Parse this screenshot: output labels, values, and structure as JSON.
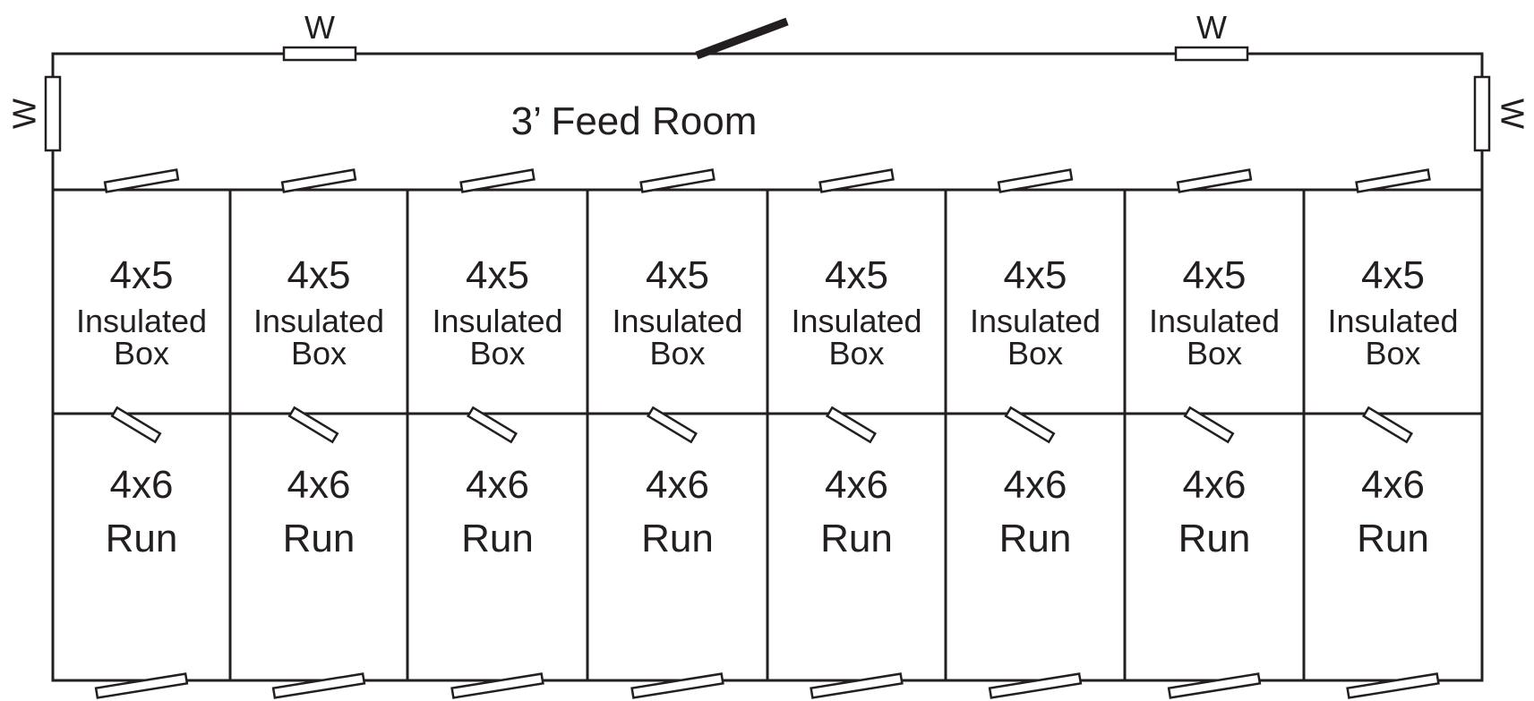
{
  "feed_room": {
    "label": "3’ Feed Room"
  },
  "window_label": "W",
  "stalls": [
    {
      "box": {
        "size": "4x5",
        "line1": "Insulated",
        "line2": "Box"
      },
      "run": {
        "size": "4x6",
        "label": "Run"
      }
    },
    {
      "box": {
        "size": "4x5",
        "line1": "Insulated",
        "line2": "Box"
      },
      "run": {
        "size": "4x6",
        "label": "Run"
      }
    },
    {
      "box": {
        "size": "4x5",
        "line1": "Insulated",
        "line2": "Box"
      },
      "run": {
        "size": "4x6",
        "label": "Run"
      }
    },
    {
      "box": {
        "size": "4x5",
        "line1": "Insulated",
        "line2": "Box"
      },
      "run": {
        "size": "4x6",
        "label": "Run"
      }
    },
    {
      "box": {
        "size": "4x5",
        "line1": "Insulated",
        "line2": "Box"
      },
      "run": {
        "size": "4x6",
        "label": "Run"
      }
    },
    {
      "box": {
        "size": "4x5",
        "line1": "Insulated",
        "line2": "Box"
      },
      "run": {
        "size": "4x6",
        "label": "Run"
      }
    },
    {
      "box": {
        "size": "4x5",
        "line1": "Insulated",
        "line2": "Box"
      },
      "run": {
        "size": "4x6",
        "label": "Run"
      }
    },
    {
      "box": {
        "size": "4x5",
        "line1": "Insulated",
        "line2": "Box"
      },
      "run": {
        "size": "4x6",
        "label": "Run"
      }
    }
  ]
}
